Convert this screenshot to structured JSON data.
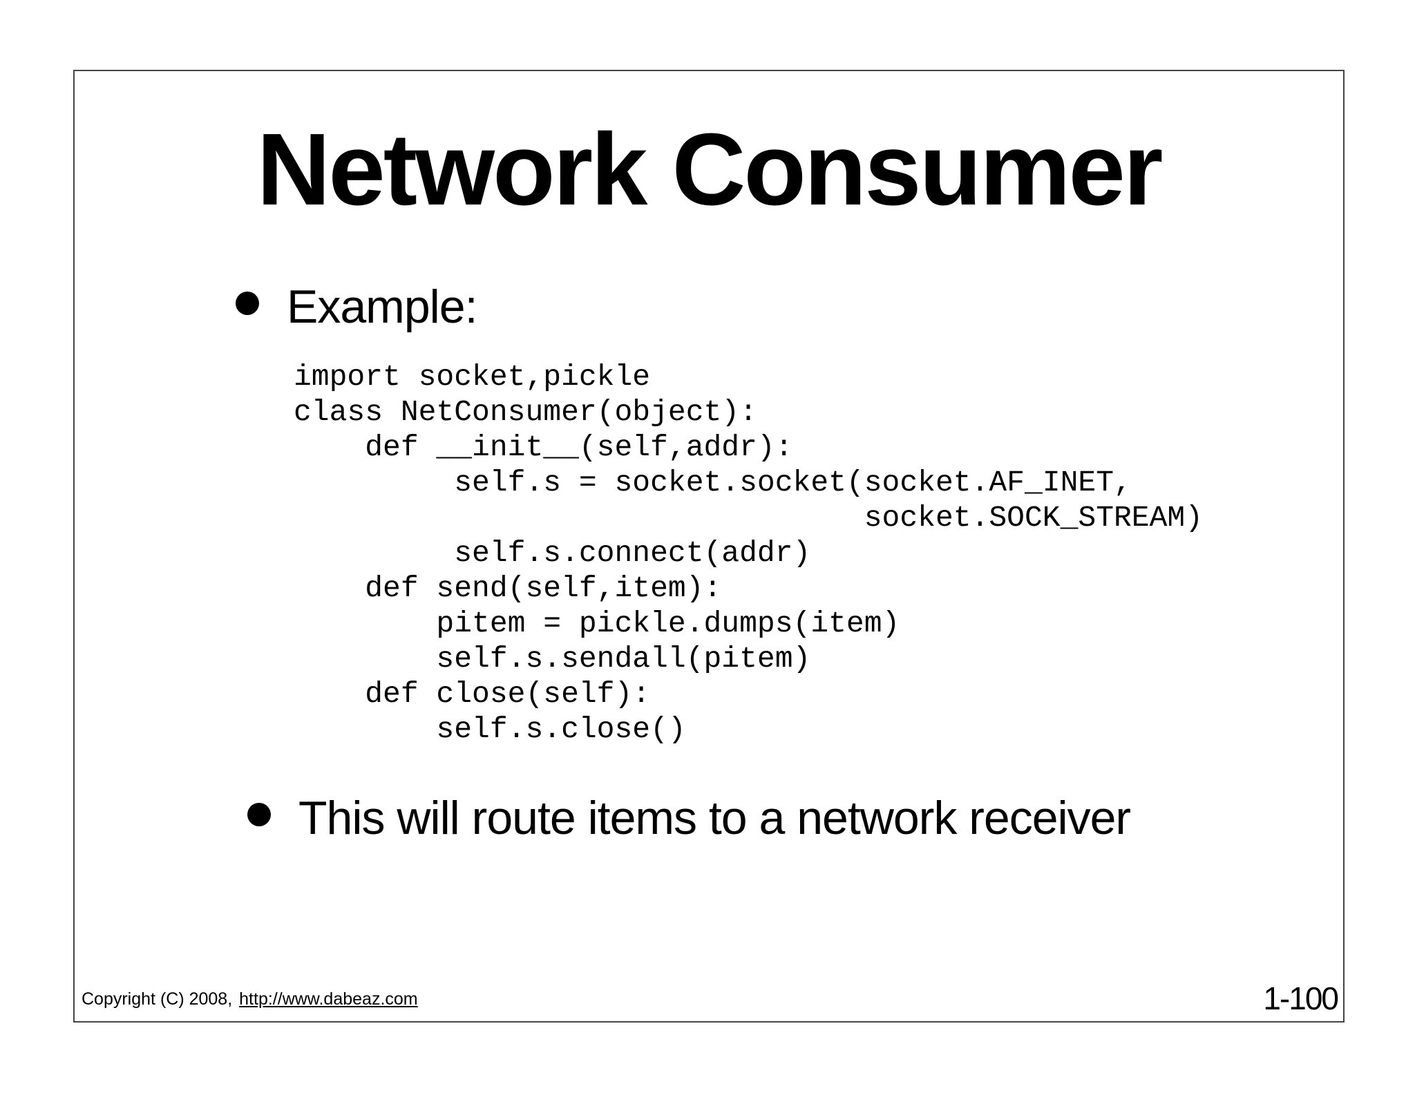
{
  "slide": {
    "title": "Network Consumer",
    "bullets": [
      {
        "label": "Example:"
      },
      {
        "label": "This will route items to a network receiver"
      }
    ],
    "code_lines": [
      "import socket,pickle",
      "class NetConsumer(object):",
      "    def __init__(self,addr):",
      "         self.s = socket.socket(socket.AF_INET,",
      "                                socket.SOCK_STREAM)",
      "         self.s.connect(addr)",
      "    def send(self,item):",
      "        pitem = pickle.dumps(item)",
      "        self.s.sendall(pitem)",
      "    def close(self):",
      "        self.s.close()"
    ],
    "footer": {
      "copyright": "Copyright (C) 2008,",
      "link": "http://www.dabeaz.com",
      "page_number": "1-100"
    }
  },
  "colors": {
    "background": "#ffffff",
    "text": "#000000",
    "border": "#444444"
  }
}
